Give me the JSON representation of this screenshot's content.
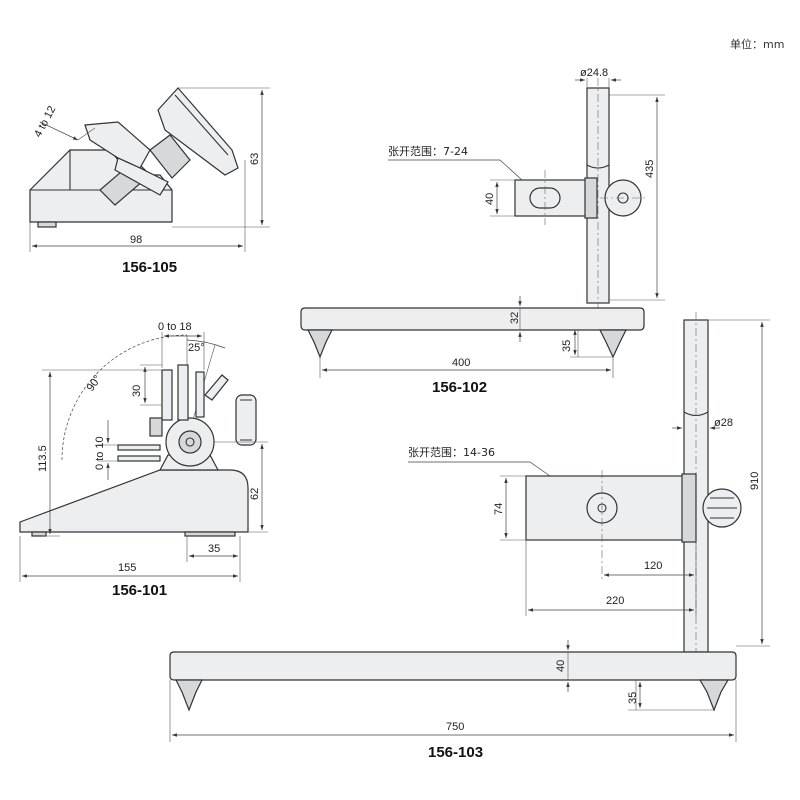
{
  "unit_label": "单位：mm",
  "models": {
    "m105": {
      "name": "156-105",
      "dims": {
        "thickness": "4 to 12",
        "height": "63",
        "width": "98"
      }
    },
    "m102": {
      "name": "156-102",
      "range_label": "张开范围：7-24",
      "dims": {
        "rod_dia": "ø24.8",
        "height": "435",
        "clamp": "40",
        "base_h": "32",
        "width": "400",
        "foot": "35"
      }
    },
    "m101": {
      "name": "156-101",
      "dims": {
        "range": "0 to 18",
        "angle_small": "25°",
        "angle_large": "90°",
        "arm": "30",
        "span": "0 to 10",
        "height": "113.5",
        "pivot_h": "62",
        "width": "155",
        "foot": "35"
      }
    },
    "m103": {
      "name": "156-103",
      "range_label": "张开范围：14-36",
      "dims": {
        "rod_dia": "ø28",
        "height": "910",
        "clamp": "74",
        "reach_a": "120",
        "reach_b": "220",
        "base_h": "40",
        "foot": "35",
        "width": "750"
      }
    }
  }
}
